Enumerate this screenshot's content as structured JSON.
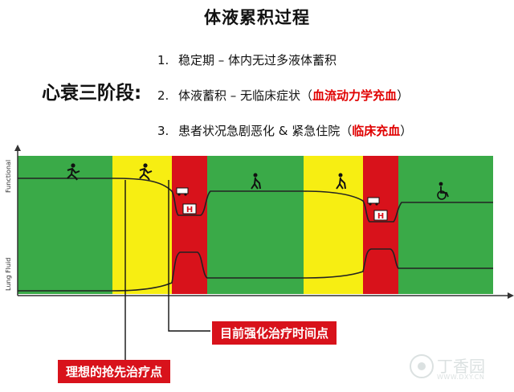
{
  "title": "体液累积过程",
  "stages_label": "心衰三阶段:",
  "stages": [
    {
      "num": "1.",
      "text": "稳定期 – 体内无过多液体蓄积",
      "highlight": ""
    },
    {
      "num": "2.",
      "text": "体液蓄积 – 无临床症状（",
      "highlight": "血流动力学充血",
      "tail": "）"
    },
    {
      "num": "3.",
      "text": "患者状况急剧恶化 & 紧急住院（",
      "highlight": "临床充血",
      "tail": "）"
    }
  ],
  "axes": {
    "y_top": "Functional",
    "y_bottom": "Lung Fluid"
  },
  "hospital_glyph": "H",
  "callouts": {
    "current": "目前强化治疗时间点",
    "ideal": "理想的抢先治疗点"
  },
  "watermark": {
    "text": "丁香园",
    "sub": "WWW.DXY.CN"
  },
  "colors": {
    "green": "#3aaa48",
    "yellow": "#f7ee12",
    "red": "#d8121b",
    "callout": "#d8121b",
    "highlight_text": "#e00000"
  },
  "icons": {
    "stage_stable": "running-person-icon",
    "stage_early": "running-person-icon",
    "stage_decline_1": "walking-cane-icon",
    "stage_decline_2": "walking-cane-icon",
    "stage_final": "wheelchair-icon",
    "crisis": "ambulance-icon",
    "hospital": "hospital-bed-icon"
  }
}
